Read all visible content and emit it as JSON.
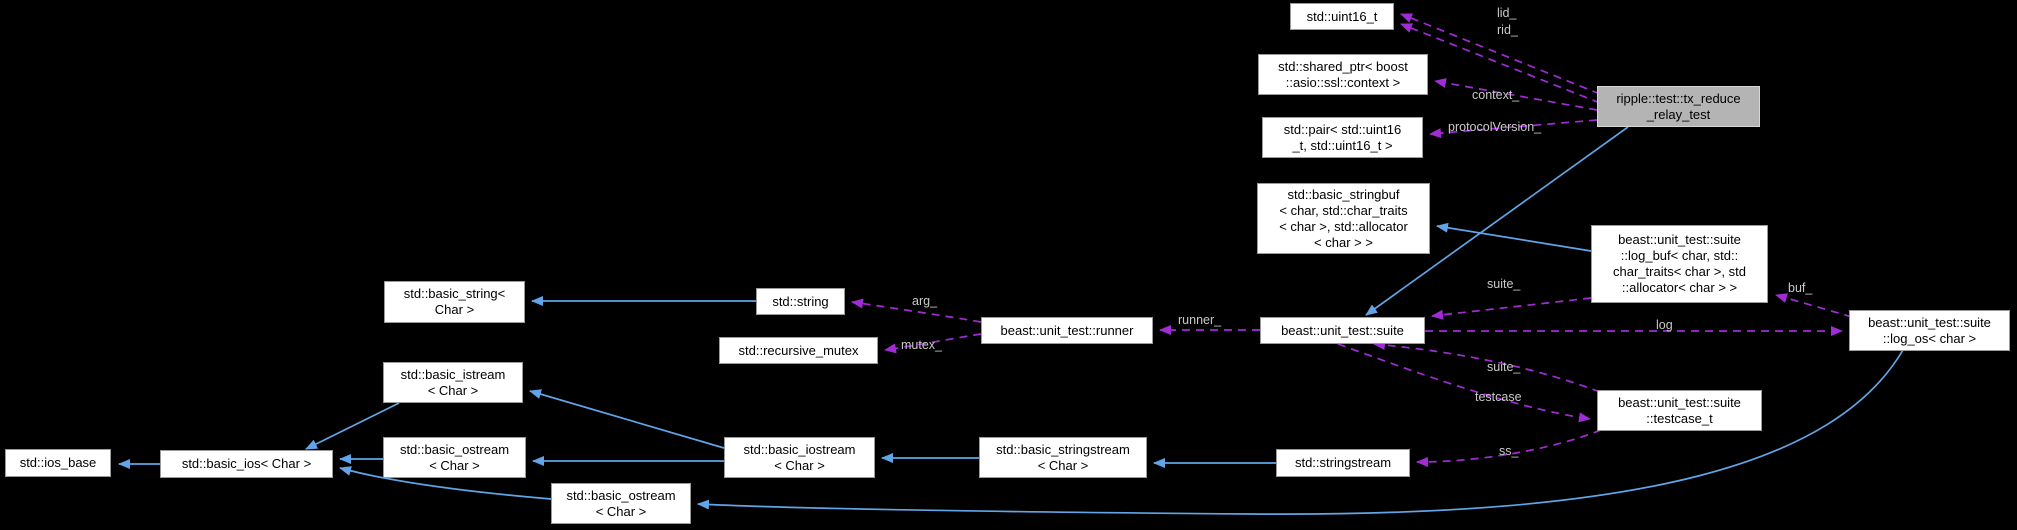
{
  "diagram": {
    "nodes": {
      "ios_base": {
        "label": "std::ios_base"
      },
      "basic_ios": {
        "label": "std::basic_ios< Char >"
      },
      "basic_string": {
        "label": "std::basic_string<\nChar >"
      },
      "basic_istream": {
        "label": "std::basic_istream\n< Char >"
      },
      "basic_ostream": {
        "label": "std::basic_ostream\n< Char >"
      },
      "basic_ostream2": {
        "label": "std::basic_ostream\n< Char >"
      },
      "string": {
        "label": "std::string"
      },
      "recursive_mutex": {
        "label": "std::recursive_mutex"
      },
      "basic_iostream": {
        "label": "std::basic_iostream\n< Char >"
      },
      "basic_stringstream": {
        "label": "std::basic_stringstream\n< Char >"
      },
      "runner": {
        "label": "beast::unit_test::runner"
      },
      "stringstream": {
        "label": "std::stringstream"
      },
      "suite": {
        "label": "beast::unit_test::suite"
      },
      "uint16": {
        "label": "std::uint16_t"
      },
      "shared_ptr": {
        "label": "std::shared_ptr< boost\n::asio::ssl::context >"
      },
      "pair": {
        "label": "std::pair< std::uint16\n_t, std::uint16_t >"
      },
      "basic_stringbuf": {
        "label": "std::basic_stringbuf\n< char, std::char_traits\n< char >, std::allocator\n< char > >"
      },
      "tx_reduce_relay_test": {
        "label": "ripple::test::tx_reduce\n_relay_test"
      },
      "log_buf": {
        "label": "beast::unit_test::suite\n::log_buf< char, std::\nchar_traits< char >, std\n::allocator< char > >"
      },
      "log_os": {
        "label": "beast::unit_test::suite\n::log_os< char >"
      },
      "testcase_t": {
        "label": "beast::unit_test::suite\n::testcase_t"
      }
    },
    "edge_labels": {
      "lid": "lid_",
      "rid": "rid_",
      "context": "context_",
      "protocolVersion": "protocolVersion_",
      "suite_from_logbuf": "suite_",
      "buf": "buf_",
      "log": "log",
      "runner": "runner_",
      "arg": "arg_",
      "mutex": "mutex_",
      "suite_from_testcase": "suite_",
      "testcase": "testcase",
      "ss": "ss_"
    },
    "colors": {
      "background": "#000000",
      "node_fill": "#ffffff",
      "node_border": "#9a9a9a",
      "node_text": "#000000",
      "highlight_fill": "#b4b4b4",
      "highlight_border": "#d6d6d6",
      "inheritance_edge": "#61a5e8",
      "member_edge": "#a12cd6",
      "edge_label_text": "#c9c9c9"
    }
  }
}
